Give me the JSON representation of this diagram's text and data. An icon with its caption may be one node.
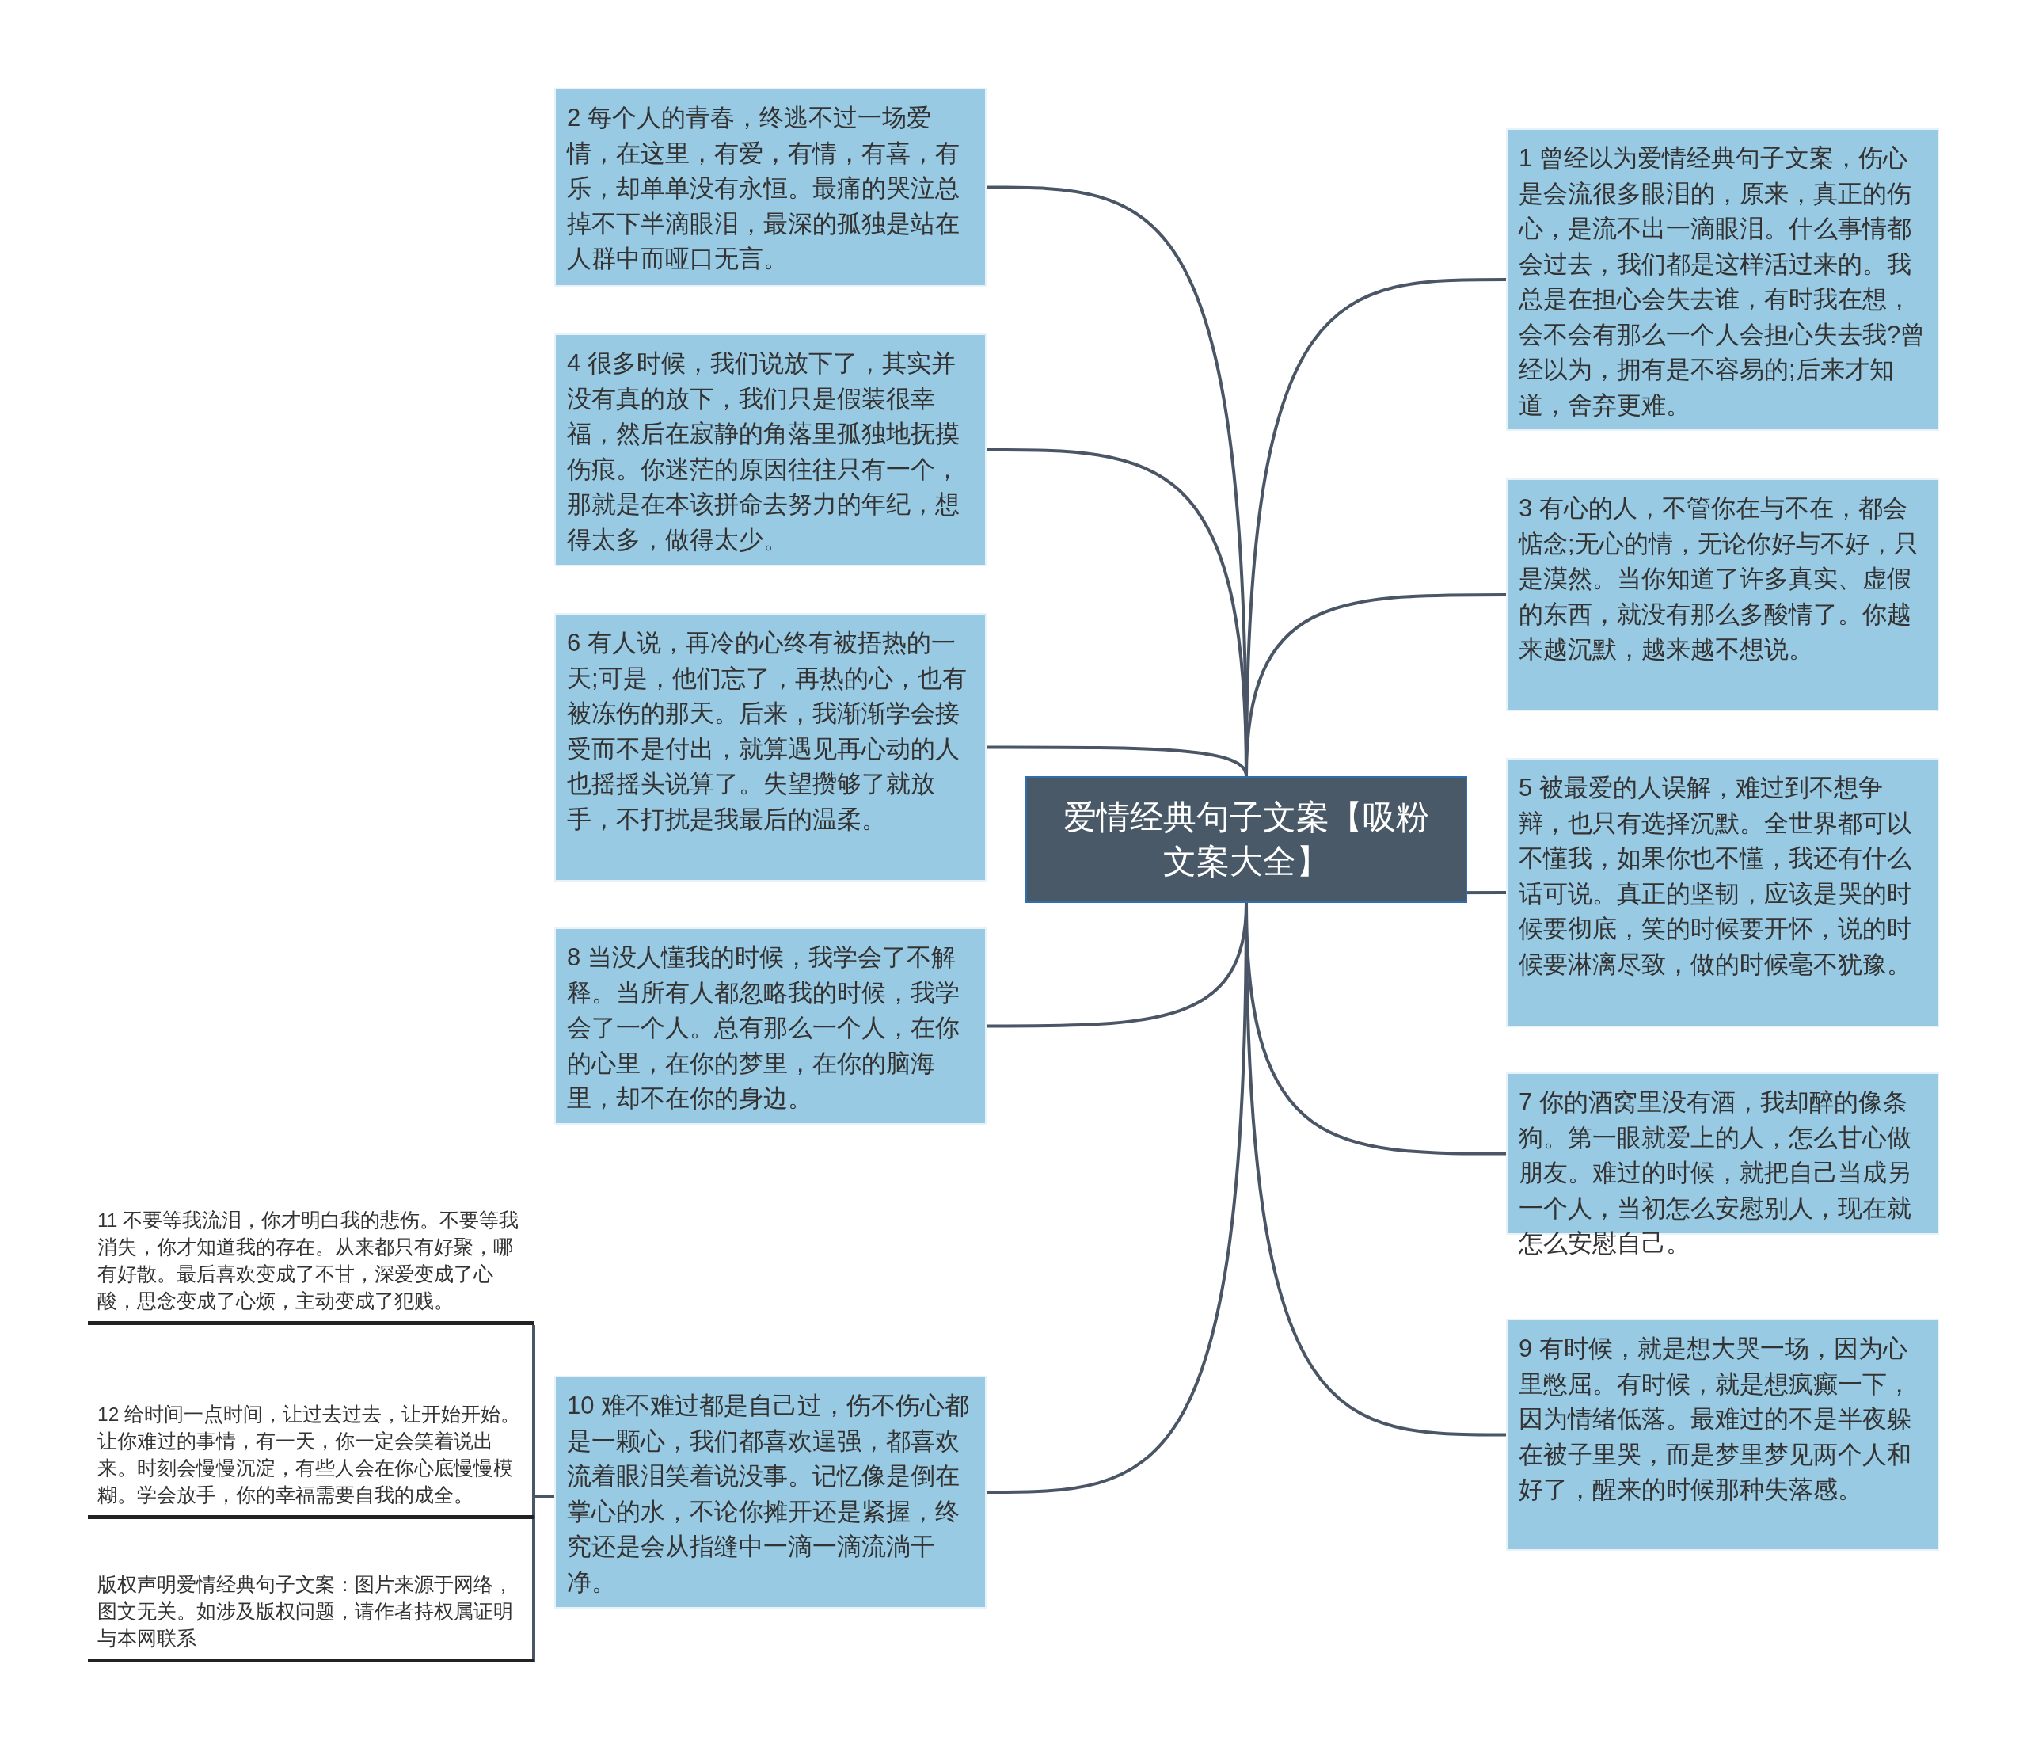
{
  "diagram": {
    "nodes": [
      {
        "text": [
          "爱情经典句子文案【吸粉文案大全】"
        ]
      },
      {
        "text": [
          "1 曾经以为爱情经典句子文案，伤心是会流很多眼泪的，原来，真正的伤心，是流不出一滴眼泪。什么事情都会过去，我们都是这样活过来的。我总是在担心会失去谁，有时我在想，会不会有那么一个人会担心失去我?曾经以为，拥有是不容易的;后来才知道，舍弃更难。"
        ]
      },
      {
        "text": [
          "2 每个人的青春，终逃不过一场爱情，在这里，有爱，有情，有喜，有乐，却单单没有永恒。最痛的哭泣总掉不下半滴眼泪，最深的孤独是站在人群中而哑口无言。"
        ]
      },
      {
        "text": [
          "3 有心的人，不管你在与不在，都会惦念;无心的情，无论你好与不好，只是漠然。当你知道了许多真实、虚假的东西，就没有那么多酸情了。你越来越沉默，越来越不想说。"
        ]
      },
      {
        "text": [
          "4 很多时候，我们说放下了，其实并没有真的放下，我们只是假装很幸福，然后在寂静的角落里孤独地抚摸伤痕。你迷茫的原因往往只有一个，那就是在本该拼命去努力的年纪，想得太多，做得太少。"
        ]
      },
      {
        "text": [
          "5 被最爱的人误解，难过到不想争辩，也只有选择沉默。全世界都可以不懂我，如果你也不懂，我还有什么话可说。真正的坚韧，应该是哭的时候要彻底，笑的时候要开怀，说的时候要淋漓尽致，做的时候毫不犹豫。"
        ]
      },
      {
        "text": [
          "6 有人说，再冷的心终有被捂热的一天;可是，他们忘了，再热的心，也有被冻伤的那天。后来，我渐渐学会接受而不是付出，就算遇见再心动的人也摇摇头说算了。失望攒够了就放手，不打扰是我最后的温柔。"
        ]
      },
      {
        "text": [
          "7 你的酒窝里没有酒，我却醉的像条狗。第一眼就爱上的人，怎么甘心做朋友。难过的时候，就把自己当成另一个人，当初怎么安慰别人，现在就怎么安慰自己。"
        ]
      },
      {
        "text": [
          "8 当没人懂我的时候，我学会了不解释。当所有人都忽略我的时候，我学会了一个人。总有那么一个人，在你的心里，在你的梦里，在你的脑海里，却不在你的身边。"
        ]
      },
      {
        "text": [
          "9 有时候，就是想大哭一场，因为心里憋屈。有时候，就是想疯癫一下，因为情绪低落。最难过的不是半夜躲在被子里哭，而是梦里梦见两个人和好了，醒来的时候那种失落感。"
        ]
      },
      {
        "text": [
          "10 难不难过都是自己过，伤不伤心都是一颗心，我们都喜欢逞强，都喜欢流着眼泪笑着说没事。记忆像是倒在掌心的水，不论你摊开还是紧握，终究还是会从指缝中一滴一滴流淌干净。"
        ]
      },
      {
        "text": [
          "11 不要等我流泪，你才明白我的悲伤。不要等我消失，你才知道我的存在。从来都只有好聚，哪有好散。最后喜欢变成了不甘，深爱变成了心酸，思念变成了心烦，主动变成了犯贱。"
        ]
      },
      {
        "text": [
          "12 给时间一点时间，让过去过去，让开始开始。让你难过的事情，有一天，你一定会笑着说出来。时刻会慢慢沉淀，有些人会在你心底慢慢模糊。学会放手，你的幸福需要自我的成全。"
        ]
      },
      {
        "text": [
          "版权声明爱情经典句子文案：图片来源于网络，图文无关。如涉及版权问题，请作者持权属证明与本网联系"
        ]
      }
    ],
    "edges": [
      {
        "from": 0,
        "to": 1,
        "arrow": "none"
      },
      {
        "from": 0,
        "to": 2,
        "arrow": "none"
      },
      {
        "from": 0,
        "to": 3,
        "arrow": "none"
      },
      {
        "from": 0,
        "to": 4,
        "arrow": "none"
      },
      {
        "from": 0,
        "to": 5,
        "arrow": "none"
      },
      {
        "from": 0,
        "to": 6,
        "arrow": "none"
      },
      {
        "from": 0,
        "to": 7,
        "arrow": "none"
      },
      {
        "from": 0,
        "to": 8,
        "arrow": "none"
      },
      {
        "from": 0,
        "to": 9,
        "arrow": "none"
      },
      {
        "from": 0,
        "to": 10,
        "arrow": "none"
      },
      {
        "from": 10,
        "to": 11,
        "arrow": "none"
      },
      {
        "from": 10,
        "to": 12,
        "arrow": "none"
      },
      {
        "from": 10,
        "to": 13,
        "arrow": "none"
      }
    ]
  }
}
